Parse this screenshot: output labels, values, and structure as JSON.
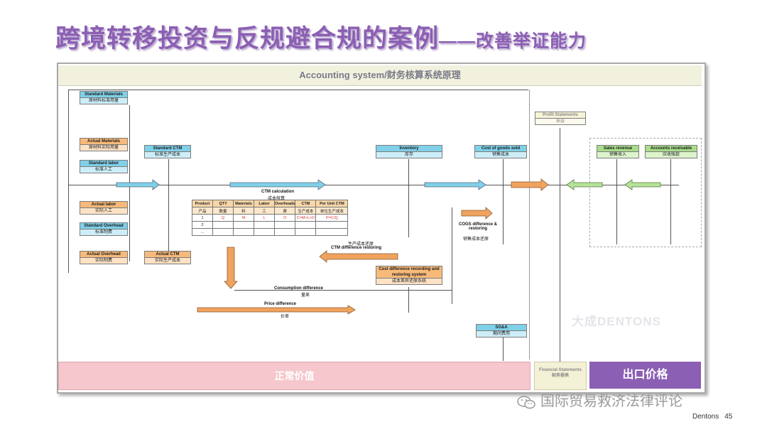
{
  "slide": {
    "title_main": "跨境转移投资与反规避合规的案例",
    "title_dash": "——",
    "title_sub": "改善举证能力"
  },
  "panel": {
    "header": "Accounting system/财务核算系统原理"
  },
  "boxes": {
    "standard_materials": {
      "en": "Standard Materials",
      "zh": "原材料标准用量"
    },
    "actual_materials": {
      "en": "Actual Materials",
      "zh": "原材料实际用量"
    },
    "standard_labor": {
      "en": "Standard labor",
      "zh": "标准人工"
    },
    "actual_labor": {
      "en": "Actual labor",
      "zh": "实际人工"
    },
    "standard_overhead": {
      "en": "Standard Overhead",
      "zh": "标准制费"
    },
    "actual_overhead": {
      "en": "Actual Overhead",
      "zh": "实际制费"
    },
    "standard_ctm": {
      "en": "Standard CTM",
      "zh": "标准生产成本"
    },
    "actual_ctm": {
      "en": "Actual CTM",
      "zh": "实际生产成本"
    },
    "inventory": {
      "en": "Inventory",
      "zh": "库存"
    },
    "cogs": {
      "en": "Cost of goods sold",
      "zh": "销售成本"
    },
    "profit_statements": {
      "en": "Profit Statements",
      "zh": "损益"
    },
    "sales_revenue": {
      "en": "Sales revenue",
      "zh": "销售收入"
    },
    "accounts_receivable": {
      "en": "Accounts receivable",
      "zh": "应收账款"
    },
    "cost_diff_system": {
      "en": "Cost difference recording and restoring system",
      "zh": "成本差异还原系统"
    },
    "sga": {
      "en": "SG&A",
      "zh": "期间费用"
    }
  },
  "ctm_calc": {
    "label_en": "CTM calculation",
    "label_zh": "成本核算",
    "headers": [
      "Product",
      "QTY",
      "Materials",
      "Labor",
      "Overheads",
      "CTM",
      "Per Unit CTM"
    ],
    "headers_zh": [
      "产品",
      "数量",
      "料",
      "工",
      "费",
      "生产成本",
      "单位生产成本"
    ],
    "rows": [
      [
        "1",
        "Q",
        "M",
        "L",
        "O",
        "C=M+L+O",
        "P=C/Q"
      ],
      [
        "2",
        "",
        "",
        "",
        "",
        "",
        ""
      ],
      [
        "...",
        "",
        "",
        "",
        "",
        "",
        ""
      ]
    ]
  },
  "flow_labels": {
    "ctm_restore_zh": "生产成本还原",
    "ctm_restore_en": "CTM difference restoring",
    "cogs_diff_en": "COGS difference & restoring",
    "cogs_diff_zh": "销售成本还原",
    "consumption_en": "Consumption difference",
    "consumption_zh": "量差",
    "price_en": "Price difference",
    "price_zh": "价差"
  },
  "watermark": "大成DENTONS",
  "footer": {
    "normal_value": "正常价值",
    "fs_en": "Financial Statements",
    "fs_zh": "财务报表",
    "export_price": "出口价格"
  },
  "wechat_account": "国际贸易救济法律评论",
  "brand": "Dentons",
  "page_number": "45",
  "colors": {
    "title": "#8b5fb3",
    "blue_arrow": "#7fd0e8",
    "orange_arrow": "#f0a35e",
    "green_arrow": "#b5e29a",
    "normal_value_bg": "#f6c7cc",
    "export_bg": "#8b5fb3"
  }
}
